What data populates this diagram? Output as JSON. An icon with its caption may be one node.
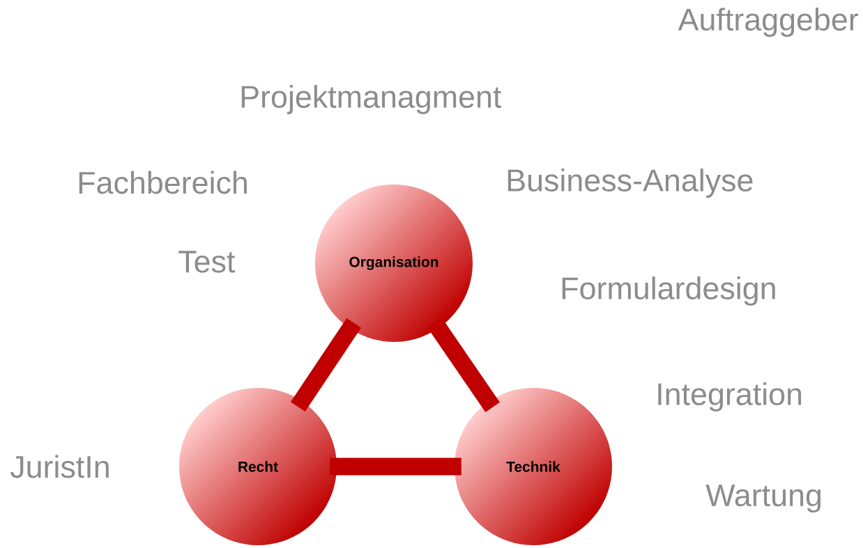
{
  "diagram": {
    "nodes": [
      {
        "text": [
          "Organisation"
        ]
      },
      {
        "text": [
          "Recht"
        ]
      },
      {
        "text": [
          "Technik"
        ]
      }
    ],
    "edges": [
      {
        "from": 0,
        "to": 1,
        "arrow": "none"
      },
      {
        "from": 1,
        "to": 2,
        "arrow": "none"
      },
      {
        "from": 2,
        "to": 0,
        "arrow": "none"
      }
    ],
    "labels": [
      "Auftraggeber",
      "Projektmanagment",
      "Fachbereich",
      "Business-Analyse",
      "Test",
      "Formulardesign",
      "Integration",
      "JuristIn",
      "Wartung"
    ]
  }
}
